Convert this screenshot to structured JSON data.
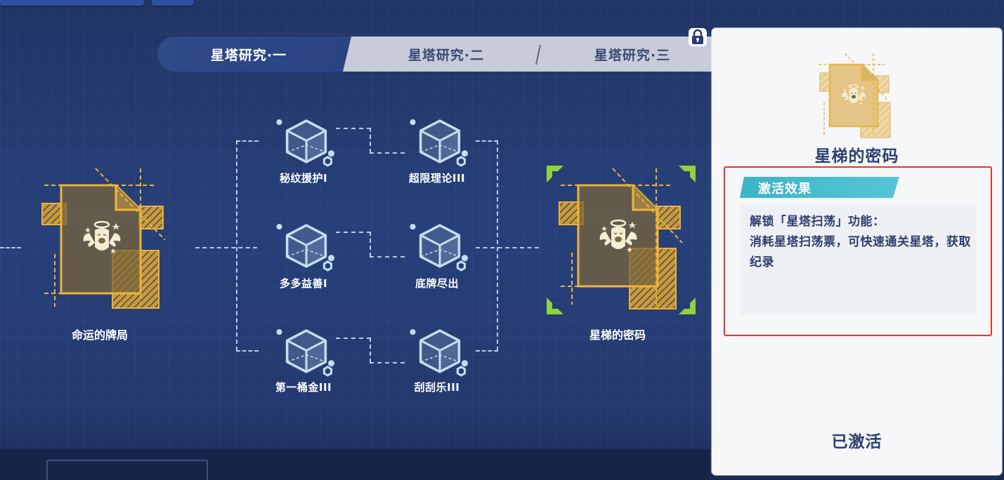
{
  "tabs": [
    {
      "label": "星塔研究·一",
      "state": "active"
    },
    {
      "label": "星塔研究·二",
      "state": "inactive"
    },
    {
      "label": "星塔研究·三",
      "state": "inactive"
    }
  ],
  "tab_lock_icon": "lock-icon",
  "tree": {
    "start_card": {
      "label": "命运的牌局",
      "icon": "angel-card-icon"
    },
    "nodes": [
      {
        "label": "秘纹援护I",
        "icon": "cube-icon",
        "row": 1,
        "col": 1
      },
      {
        "label": "超限理论III",
        "icon": "cube-icon",
        "row": 1,
        "col": 2
      },
      {
        "label": "多多益善I",
        "icon": "cube-icon",
        "row": 2,
        "col": 1
      },
      {
        "label": "底牌尽出",
        "icon": "cube-icon",
        "row": 2,
        "col": 2
      },
      {
        "label": "第一桶金III",
        "icon": "cube-icon",
        "row": 3,
        "col": 1
      },
      {
        "label": "刮刮乐III",
        "icon": "cube-icon",
        "row": 3,
        "col": 2
      }
    ],
    "end_card": {
      "label": "星梯的密码",
      "icon": "angel-card-icon",
      "selected": true
    }
  },
  "detail_panel": {
    "title": "星梯的密码",
    "effect_header": "激活效果",
    "effect_lines": [
      "解锁「星塔扫荡」功能：",
      "消耗星塔扫荡票，可快速通关星塔，获取纪录"
    ],
    "effect_text": "解锁「星塔扫荡」功能：\n消耗星塔扫荡票，可快速通关星塔，获取纪录",
    "status": "已激活"
  },
  "colors": {
    "background": "#24396e",
    "card_gold": "#e9b23c",
    "selection_green": "#8fd33a",
    "effect_teal": "#4bbfcf",
    "panel_text": "#2c3f72",
    "highlight_red": "#e8312e"
  }
}
